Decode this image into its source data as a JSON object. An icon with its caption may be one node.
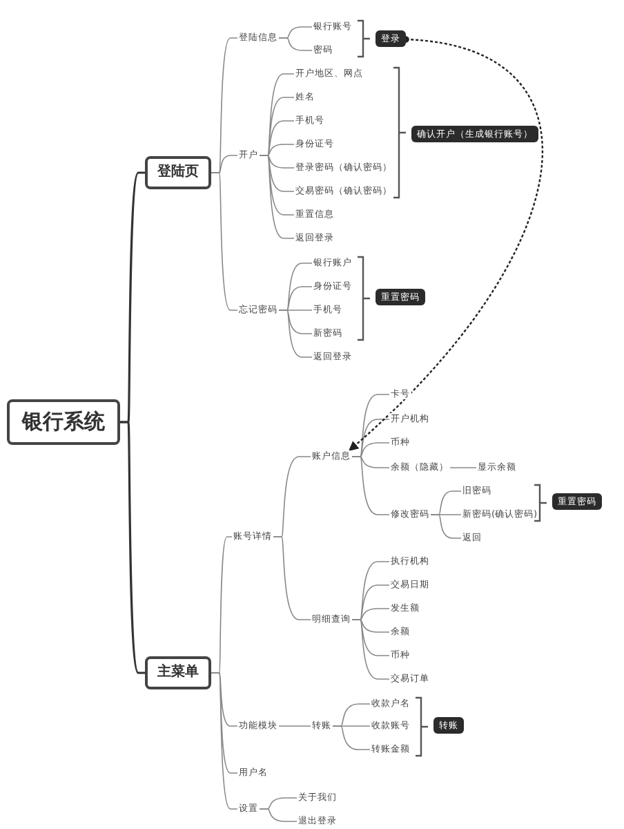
{
  "diagram": {
    "nodes": [
      {
        "text": [
          "银行系统"
        ]
      },
      {
        "text": [
          "登陆页"
        ]
      },
      {
        "text": [
          "登陆信息"
        ]
      },
      {
        "text": [
          "银行账号"
        ]
      },
      {
        "text": [
          "密码"
        ]
      },
      {
        "text": [
          "登录"
        ]
      },
      {
        "text": [
          "开户"
        ]
      },
      {
        "text": [
          "开户地区、网点"
        ]
      },
      {
        "text": [
          "姓名"
        ]
      },
      {
        "text": [
          "手机号"
        ]
      },
      {
        "text": [
          "身份证号"
        ]
      },
      {
        "text": [
          "登录密码（确认密码）"
        ]
      },
      {
        "text": [
          "交易密码（确认密码）"
        ]
      },
      {
        "text": [
          "重置信息"
        ]
      },
      {
        "text": [
          "返回登录"
        ]
      },
      {
        "text": [
          "确认开户（生成银行账号）"
        ]
      },
      {
        "text": [
          "忘记密码"
        ]
      },
      {
        "text": [
          "银行账户"
        ]
      },
      {
        "text": [
          "身份证号"
        ]
      },
      {
        "text": [
          "手机号"
        ]
      },
      {
        "text": [
          "新密码"
        ]
      },
      {
        "text": [
          "返回登录"
        ]
      },
      {
        "text": [
          "重置密码"
        ]
      },
      {
        "text": [
          "主菜单"
        ]
      },
      {
        "text": [
          "账号详情"
        ]
      },
      {
        "text": [
          "账户信息"
        ]
      },
      {
        "text": [
          "卡号"
        ]
      },
      {
        "text": [
          "开户机构"
        ]
      },
      {
        "text": [
          "币种"
        ]
      },
      {
        "text": [
          "余额（隐藏）"
        ]
      },
      {
        "text": [
          "显示余额"
        ]
      },
      {
        "text": [
          "修改密码"
        ]
      },
      {
        "text": [
          "旧密码"
        ]
      },
      {
        "text": [
          "新密码(确认密码)"
        ]
      },
      {
        "text": [
          "返回"
        ]
      },
      {
        "text": [
          "重置密码"
        ]
      },
      {
        "text": [
          "明细查询"
        ]
      },
      {
        "text": [
          "执行机构"
        ]
      },
      {
        "text": [
          "交易日期"
        ]
      },
      {
        "text": [
          "发生额"
        ]
      },
      {
        "text": [
          "余额"
        ]
      },
      {
        "text": [
          "币种"
        ]
      },
      {
        "text": [
          "交易订单"
        ]
      },
      {
        "text": [
          "功能模块"
        ]
      },
      {
        "text": [
          "转账"
        ]
      },
      {
        "text": [
          "收款户名"
        ]
      },
      {
        "text": [
          "收款账号"
        ]
      },
      {
        "text": [
          "转账金额"
        ]
      },
      {
        "text": [
          "转账"
        ]
      },
      {
        "text": [
          "用户名"
        ]
      },
      {
        "text": [
          "设置"
        ]
      },
      {
        "text": [
          "关于我们"
        ]
      },
      {
        "text": [
          "退出登录"
        ]
      }
    ],
    "edges": [
      {
        "from": 0,
        "to": 1,
        "arrow": "none"
      },
      {
        "from": 0,
        "to": 23,
        "arrow": "none"
      },
      {
        "from": 1,
        "to": 2,
        "arrow": "none"
      },
      {
        "from": 2,
        "to": 3,
        "arrow": "none"
      },
      {
        "from": 2,
        "to": 4,
        "arrow": "none"
      },
      {
        "from": 1,
        "to": 6,
        "arrow": "none"
      },
      {
        "from": 6,
        "to": 7,
        "arrow": "none"
      },
      {
        "from": 6,
        "to": 8,
        "arrow": "none"
      },
      {
        "from": 6,
        "to": 9,
        "arrow": "none"
      },
      {
        "from": 6,
        "to": 10,
        "arrow": "none"
      },
      {
        "from": 6,
        "to": 11,
        "arrow": "none"
      },
      {
        "from": 6,
        "to": 12,
        "arrow": "none"
      },
      {
        "from": 6,
        "to": 13,
        "arrow": "none"
      },
      {
        "from": 6,
        "to": 14,
        "arrow": "none"
      },
      {
        "from": 1,
        "to": 16,
        "arrow": "none"
      },
      {
        "from": 16,
        "to": 17,
        "arrow": "none"
      },
      {
        "from": 16,
        "to": 18,
        "arrow": "none"
      },
      {
        "from": 16,
        "to": 19,
        "arrow": "none"
      },
      {
        "from": 16,
        "to": 20,
        "arrow": "none"
      },
      {
        "from": 16,
        "to": 21,
        "arrow": "none"
      },
      {
        "from": 23,
        "to": 24,
        "arrow": "none"
      },
      {
        "from": 24,
        "to": 25,
        "arrow": "none"
      },
      {
        "from": 25,
        "to": 26,
        "arrow": "none"
      },
      {
        "from": 25,
        "to": 27,
        "arrow": "none"
      },
      {
        "from": 25,
        "to": 28,
        "arrow": "none"
      },
      {
        "from": 25,
        "to": 29,
        "arrow": "none"
      },
      {
        "from": 29,
        "to": 30,
        "arrow": "none"
      },
      {
        "from": 25,
        "to": 31,
        "arrow": "none"
      },
      {
        "from": 31,
        "to": 32,
        "arrow": "none"
      },
      {
        "from": 31,
        "to": 33,
        "arrow": "none"
      },
      {
        "from": 31,
        "to": 34,
        "arrow": "none"
      },
      {
        "from": 24,
        "to": 36,
        "arrow": "none"
      },
      {
        "from": 36,
        "to": 37,
        "arrow": "none"
      },
      {
        "from": 36,
        "to": 38,
        "arrow": "none"
      },
      {
        "from": 36,
        "to": 39,
        "arrow": "none"
      },
      {
        "from": 36,
        "to": 40,
        "arrow": "none"
      },
      {
        "from": 36,
        "to": 41,
        "arrow": "none"
      },
      {
        "from": 36,
        "to": 42,
        "arrow": "none"
      },
      {
        "from": 23,
        "to": 43,
        "arrow": "none"
      },
      {
        "from": 43,
        "to": 44,
        "arrow": "none"
      },
      {
        "from": 44,
        "to": 45,
        "arrow": "none"
      },
      {
        "from": 44,
        "to": 46,
        "arrow": "none"
      },
      {
        "from": 44,
        "to": 47,
        "arrow": "none"
      },
      {
        "from": 23,
        "to": 49,
        "arrow": "none"
      },
      {
        "from": 23,
        "to": 50,
        "arrow": "none"
      },
      {
        "from": 50,
        "to": 51,
        "arrow": "none"
      },
      {
        "from": 50,
        "to": 52,
        "arrow": "none"
      },
      {
        "from": 5,
        "to": 25,
        "arrow": "to",
        "style": "dashed",
        "color": "#222222"
      }
    ]
  }
}
